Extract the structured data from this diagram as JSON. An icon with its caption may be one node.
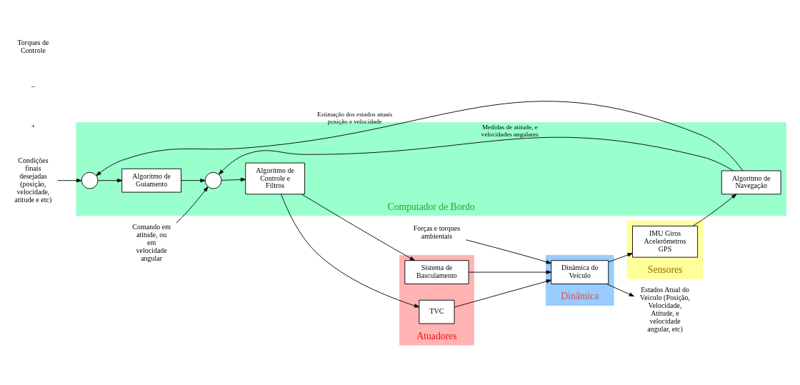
{
  "diagram": {
    "nodes": [
      {
        "text": [
          "Computador de Bordo"
        ]
      },
      {
        "text": [],
        "shape": "circle",
        "in": 0
      },
      {
        "text": [
          "Algoritmo de Guiamento"
        ],
        "in": 0
      },
      {
        "text": [],
        "shape": "circle",
        "in": 0
      },
      {
        "text": [
          "Algoritmo de Controle e Filtros"
        ],
        "in": 0
      },
      {
        "text": [
          "Algoritmo de Navegação"
        ],
        "in": 0
      },
      {
        "text": [
          "Atuadores"
        ]
      },
      {
        "text": [
          "TVC"
        ],
        "in": 6
      },
      {
        "text": [
          "Sistema de Basculamento"
        ],
        "in": 6
      },
      {
        "text": [
          "Dinâmica"
        ]
      },
      {
        "text": [
          "Dinâmica do Veículo"
        ],
        "in": 9
      },
      {
        "text": [
          "Sensores"
        ]
      },
      {
        "text": [
          "IMU Giros Acelerômetros GPS"
        ],
        "in": 11
      },
      {
        "text": [
          "Condições finais desejadas (posição, velocidade, atitude e etc)"
        ]
      },
      {
        "text": [
          "Forças e torques ambientais"
        ]
      },
      {
        "text": [
          "Estados Atual do Veiculo (Posição, Velocidade, Atitude, e velocidade angular, etc)"
        ]
      },
      {
        "text": [
          "Comando em atitude, ou em velocidade angular"
        ]
      }
    ],
    "edges": [
      {
        "from": 13,
        "to": 1,
        "arrow": "to"
      },
      {
        "from": 1,
        "to": 2,
        "arrow": "to"
      },
      {
        "from": 2,
        "to": 3,
        "arrow": "to"
      },
      {
        "from": 3,
        "to": 4,
        "arrow": "to"
      },
      {
        "from": 4,
        "to": 7,
        "arrow": "to"
      },
      {
        "from": 4,
        "to": 8,
        "arrow": "to"
      },
      {
        "from": 7,
        "to": 10,
        "arrow": "to"
      },
      {
        "from": 8,
        "to": 10,
        "arrow": "to"
      },
      {
        "from": 14,
        "to": 10,
        "arrow": "to"
      },
      {
        "from": 10,
        "to": 15,
        "arrow": "to"
      },
      {
        "from": 10,
        "to": 12,
        "arrow": "to"
      },
      {
        "from": 12,
        "to": 5,
        "arrow": "to"
      },
      {
        "from": 5,
        "to": 3,
        "arrow": "to",
        "label": "Medidas de atitude, e velocidades angulares"
      },
      {
        "from": 5,
        "to": 1,
        "arrow": "to",
        "label": "Estimação dos estados atuais posição e velocidade"
      },
      {
        "from": 16,
        "to": 3,
        "arrow": "to"
      }
    ],
    "labels": [
      "+",
      "–",
      "Torques de Controle"
    ]
  }
}
